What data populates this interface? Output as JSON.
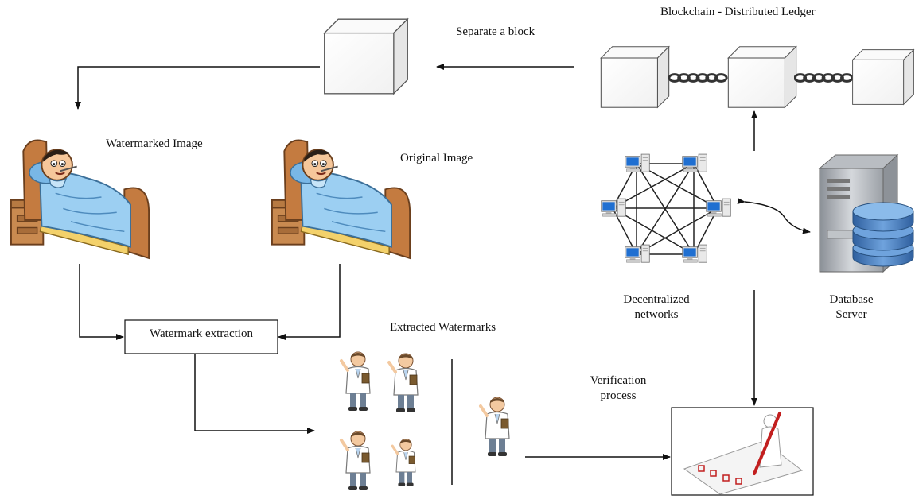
{
  "labels": {
    "blockchain_ledger": "Blockchain - Distributed Ledger",
    "separate_block": "Separate a block",
    "watermarked_image": "Watermarked Image",
    "original_image": "Original Image",
    "decentralized_networks_line1": "Decentralized",
    "decentralized_networks_line2": "networks",
    "database_server_line1": "Database",
    "database_server_line2": "Server",
    "watermark_extraction": "Watermark extraction",
    "extracted_watermarks": "Extracted Watermarks",
    "verification_process_line1": "Verification",
    "verification_process_line2": "process"
  },
  "icons": {
    "block": "cube-icon",
    "chain": "chain-link-icon",
    "patient": "patient-in-bed-icon",
    "computer": "computer-icon",
    "server": "database-server-icon",
    "doctor": "doctor-icon",
    "checklist": "checklist-verification-icon"
  },
  "colors": {
    "line": "#111111",
    "bed_wood": "#c07a44",
    "blanket": "#8fc6ee",
    "database": "#4a86c8"
  }
}
